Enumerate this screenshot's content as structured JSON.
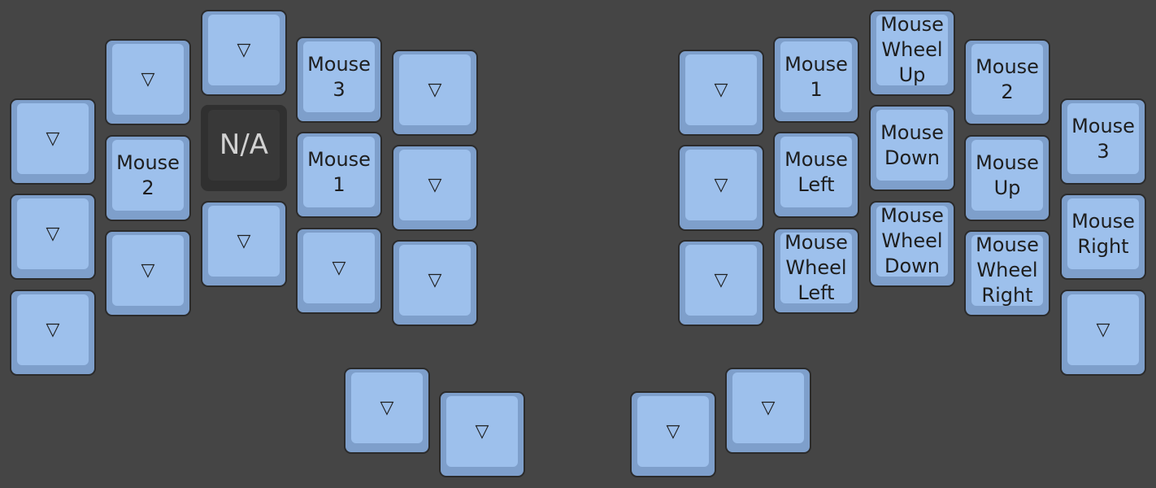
{
  "colors": {
    "background": "#454545",
    "key_cap": "#9dc0ec",
    "key_side": "#7e9fcb",
    "key_disabled": "#383838",
    "key_label": "#1e1e1e"
  },
  "left_half": {
    "keys": [
      {
        "label": "▽"
      },
      {
        "label": "▽"
      },
      {
        "label": "▽"
      },
      {
        "label": "▽"
      },
      {
        "label": "Mouse\n2"
      },
      {
        "label": "▽"
      },
      {
        "label": "▽"
      },
      {
        "label": "N/A"
      },
      {
        "label": "▽"
      },
      {
        "label": "Mouse\n3"
      },
      {
        "label": "Mouse\n1"
      },
      {
        "label": "▽"
      },
      {
        "label": "▽"
      },
      {
        "label": "▽"
      },
      {
        "label": "▽"
      }
    ],
    "thumb_keys": [
      {
        "label": "▽"
      },
      {
        "label": "▽"
      }
    ]
  },
  "right_half": {
    "keys": [
      {
        "label": "▽"
      },
      {
        "label": "▽"
      },
      {
        "label": "▽"
      },
      {
        "label": "Mouse\n1"
      },
      {
        "label": "Mouse\nLeft"
      },
      {
        "label": "Mouse\nWheel\nLeft"
      },
      {
        "label": "Mouse\nWheel\nUp"
      },
      {
        "label": "Mouse\nDown"
      },
      {
        "label": "Mouse\nWheel\nDown"
      },
      {
        "label": "Mouse\n2"
      },
      {
        "label": "Mouse\nUp"
      },
      {
        "label": "Mouse\nWheel\nRight"
      },
      {
        "label": "Mouse\n3"
      },
      {
        "label": "Mouse\nRight"
      },
      {
        "label": "▽"
      }
    ],
    "thumb_keys": [
      {
        "label": "▽"
      },
      {
        "label": "▽"
      }
    ]
  }
}
